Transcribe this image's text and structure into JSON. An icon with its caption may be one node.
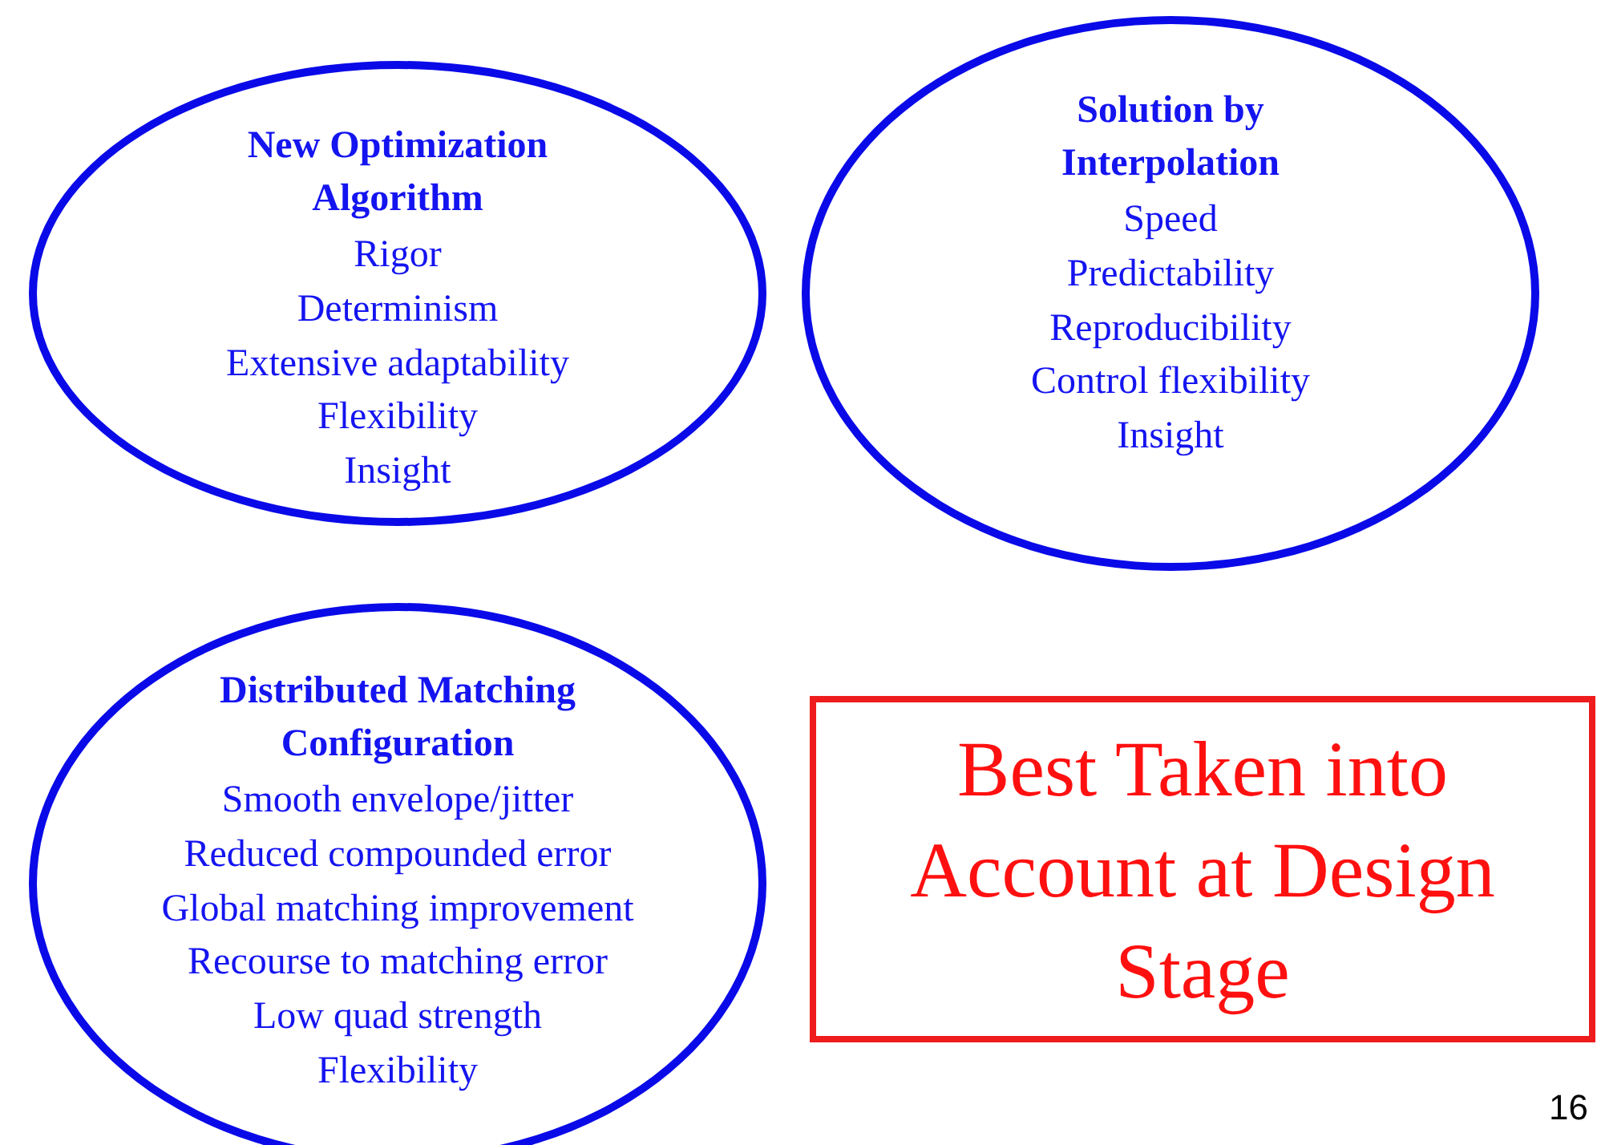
{
  "diagram": {
    "nodes": [
      {
        "text": [
          "New Optimization Algorithm",
          "Rigor",
          "Determinism",
          "Extensive adaptability",
          "Flexibility",
          "Insight"
        ]
      },
      {
        "text": [
          "Solution by Interpolation",
          "Speed",
          "Predictability",
          "Reproducibility",
          "Control flexibility",
          "Insight"
        ]
      },
      {
        "text": [
          "Distributed Matching Configuration",
          "Smooth envelope/jitter",
          "Reduced compounded error",
          "Global matching improvement",
          "Recourse to matching error",
          "Low quad strength",
          "Flexibility"
        ]
      },
      {
        "text": [
          "Best Taken into Account at Design Stage"
        ]
      }
    ],
    "labels": [
      "16"
    ]
  }
}
